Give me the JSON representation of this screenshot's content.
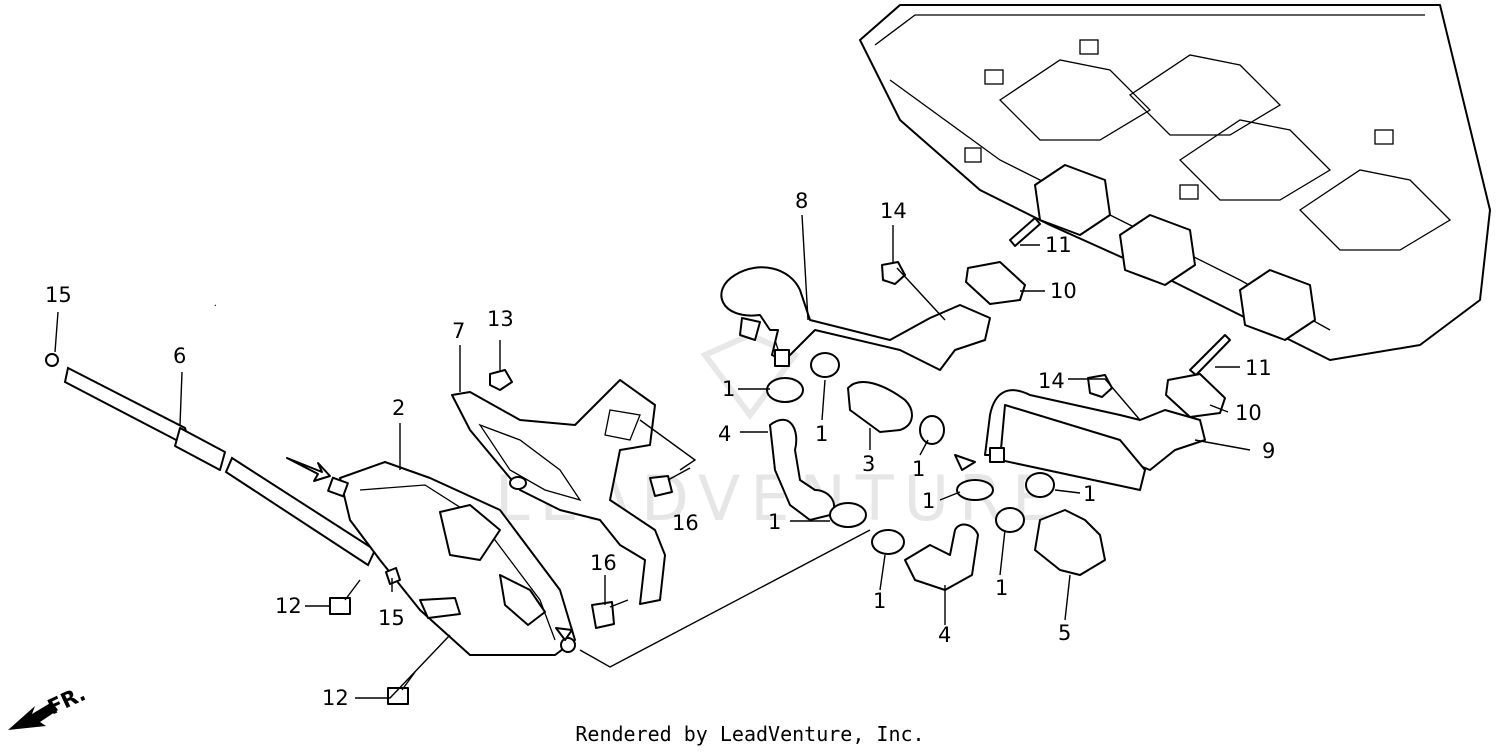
{
  "diagram": {
    "watermark": "LEADVENTURE",
    "direction_label": "FR.",
    "footer": "Rendered by LeadVenture, Inc.",
    "callouts": [
      {
        "id": "c15a",
        "text": "15"
      },
      {
        "id": "c6",
        "text": "6"
      },
      {
        "id": "c2",
        "text": "2"
      },
      {
        "id": "c7",
        "text": "7"
      },
      {
        "id": "c13",
        "text": "13"
      },
      {
        "id": "c16a",
        "text": "16"
      },
      {
        "id": "c16b",
        "text": "16"
      },
      {
        "id": "c12a",
        "text": "12"
      },
      {
        "id": "c15b",
        "text": "15"
      },
      {
        "id": "c12b",
        "text": "12"
      },
      {
        "id": "c8",
        "text": "8"
      },
      {
        "id": "c14a",
        "text": "14"
      },
      {
        "id": "c11a",
        "text": "11"
      },
      {
        "id": "c10a",
        "text": "10"
      },
      {
        "id": "c1a",
        "text": "1"
      },
      {
        "id": "c1b",
        "text": "1"
      },
      {
        "id": "c4a",
        "text": "4"
      },
      {
        "id": "c3",
        "text": "3"
      },
      {
        "id": "c1c",
        "text": "1"
      },
      {
        "id": "c1d",
        "text": "1"
      },
      {
        "id": "c14b",
        "text": "14"
      },
      {
        "id": "c11b",
        "text": "11"
      },
      {
        "id": "c10b",
        "text": "10"
      },
      {
        "id": "c9",
        "text": "9"
      },
      {
        "id": "c1e",
        "text": "1"
      },
      {
        "id": "c1f",
        "text": "1"
      },
      {
        "id": "c1g",
        "text": "1"
      },
      {
        "id": "c1h",
        "text": "1"
      },
      {
        "id": "c4b",
        "text": "4"
      },
      {
        "id": "c5",
        "text": "5"
      }
    ]
  }
}
